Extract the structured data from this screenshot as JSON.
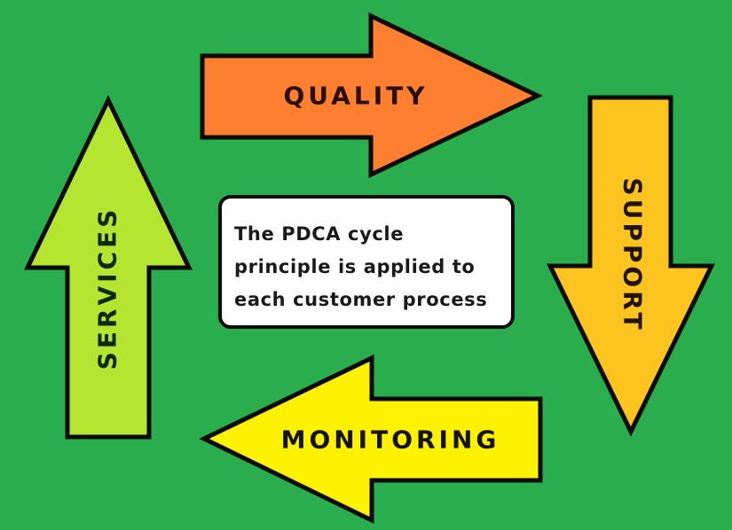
{
  "diagram": {
    "type": "PDCA cycle",
    "background_color": "#2aad4c",
    "outline_color": "#0a0a0a",
    "arrows": [
      {
        "id": "quality",
        "label": "QUALITY",
        "direction": "right",
        "position": "top",
        "fill": "#fd7f2f",
        "text_color": "#2a0f06"
      },
      {
        "id": "support",
        "label": "SUPPORT",
        "direction": "down",
        "position": "right",
        "fill": "#fdc31e",
        "text_color": "#1f1405"
      },
      {
        "id": "monitoring",
        "label": "MONITORING",
        "direction": "left",
        "position": "bottom",
        "fill": "#fff200",
        "text_color": "#141405"
      },
      {
        "id": "services",
        "label": "SERVICES",
        "direction": "up",
        "position": "left",
        "fill": "#b5e431",
        "text_color": "#0d2a0d"
      }
    ],
    "center_box": {
      "lines": [
        "The PDCA cycle",
        "principle is applied to",
        "each customer process"
      ],
      "background": "#ffffff",
      "text_color": "#1a1a1a"
    }
  }
}
